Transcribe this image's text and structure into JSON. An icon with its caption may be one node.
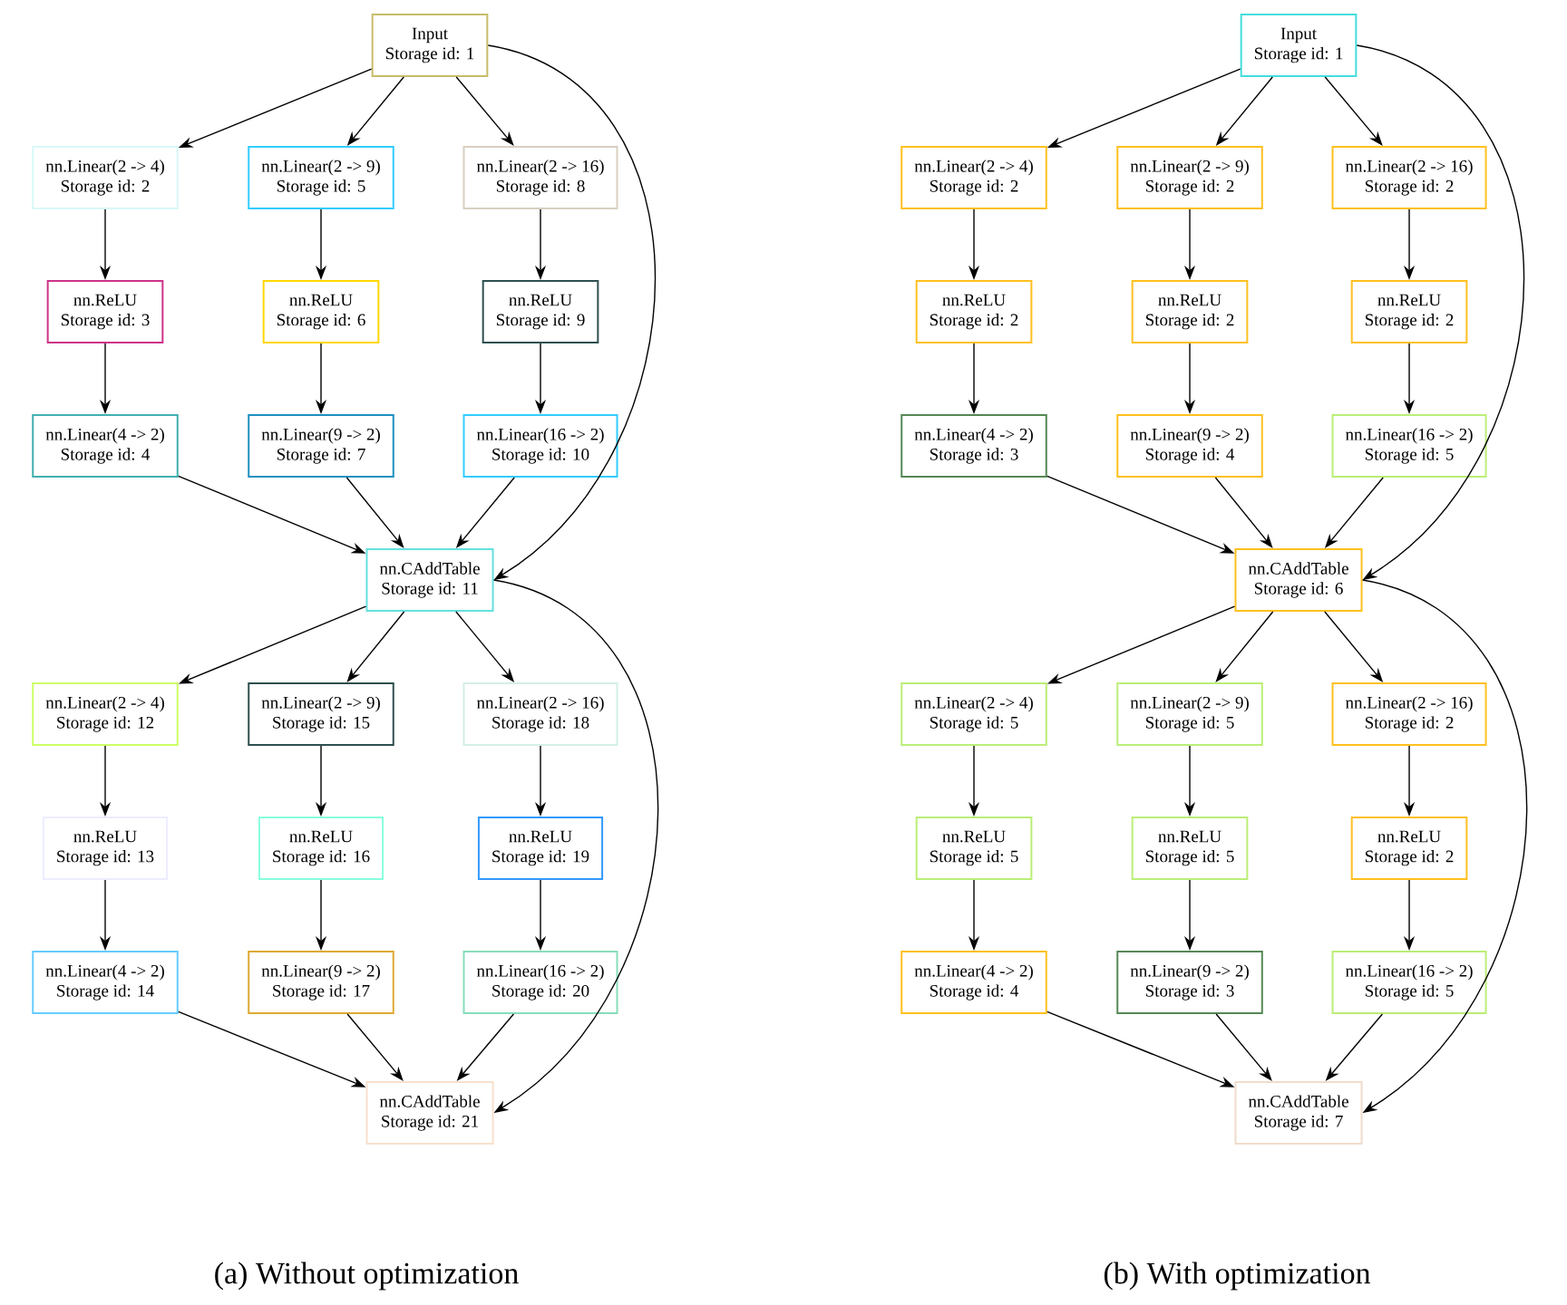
{
  "diagram": {
    "nodes": [
      {
        "text": [
          "Input",
          "Storage id: 1"
        ]
      },
      {
        "text": [
          "nn.Linear(2 -> 4)",
          "Storage id: 2"
        ]
      },
      {
        "text": [
          "nn.ReLU",
          "Storage id: 3"
        ]
      },
      {
        "text": [
          "nn.Linear(4 -> 2)",
          "Storage id: 4"
        ]
      },
      {
        "text": [
          "nn.Linear(2 -> 9)",
          "Storage id: 5"
        ]
      },
      {
        "text": [
          "nn.ReLU",
          "Storage id: 6"
        ]
      },
      {
        "text": [
          "nn.Linear(9 -> 2)",
          "Storage id: 7"
        ]
      },
      {
        "text": [
          "nn.Linear(2 -> 16)",
          "Storage id: 8"
        ]
      },
      {
        "text": [
          "nn.ReLU",
          "Storage id: 9"
        ]
      },
      {
        "text": [
          "nn.Linear(16 -> 2)",
          "Storage id: 10"
        ]
      },
      {
        "text": [
          "nn.CAddTable",
          "Storage id: 11"
        ]
      },
      {
        "text": [
          "nn.Linear(2 -> 4)",
          "Storage id: 12"
        ]
      },
      {
        "text": [
          "nn.ReLU",
          "Storage id: 13"
        ]
      },
      {
        "text": [
          "nn.Linear(4 -> 2)",
          "Storage id: 14"
        ]
      },
      {
        "text": [
          "nn.Linear(2 -> 9)",
          "Storage id: 15"
        ]
      },
      {
        "text": [
          "nn.ReLU",
          "Storage id: 16"
        ]
      },
      {
        "text": [
          "nn.Linear(9 -> 2)",
          "Storage id: 17"
        ]
      },
      {
        "text": [
          "nn.Linear(2 -> 16)",
          "Storage id: 18"
        ]
      },
      {
        "text": [
          "nn.ReLU",
          "Storage id: 19"
        ]
      },
      {
        "text": [
          "nn.Linear(16 -> 2)",
          "Storage id: 20"
        ]
      },
      {
        "text": [
          "nn.CAddTable",
          "Storage id: 21"
        ]
      },
      {
        "text": [
          "Input",
          "Storage id: 1"
        ]
      },
      {
        "text": [
          "nn.Linear(2 -> 4)",
          "Storage id: 2"
        ]
      },
      {
        "text": [
          "nn.ReLU",
          "Storage id: 2"
        ]
      },
      {
        "text": [
          "nn.Linear(4 -> 2)",
          "Storage id: 3"
        ]
      },
      {
        "text": [
          "nn.Linear(2 -> 9)",
          "Storage id: 2"
        ]
      },
      {
        "text": [
          "nn.ReLU",
          "Storage id: 2"
        ]
      },
      {
        "text": [
          "nn.Linear(9 -> 2)",
          "Storage id: 4"
        ]
      },
      {
        "text": [
          "nn.Linear(2 -> 16)",
          "Storage id: 2"
        ]
      },
      {
        "text": [
          "nn.ReLU",
          "Storage id: 2"
        ]
      },
      {
        "text": [
          "nn.Linear(16 -> 2)",
          "Storage id: 5"
        ]
      },
      {
        "text": [
          "nn.CAddTable",
          "Storage id: 6"
        ]
      },
      {
        "text": [
          "nn.Linear(2 -> 4)",
          "Storage id: 5"
        ]
      },
      {
        "text": [
          "nn.ReLU",
          "Storage id: 5"
        ]
      },
      {
        "text": [
          "nn.Linear(4 -> 2)",
          "Storage id: 4"
        ]
      },
      {
        "text": [
          "nn.Linear(2 -> 9)",
          "Storage id: 5"
        ]
      },
      {
        "text": [
          "nn.ReLU",
          "Storage id: 5"
        ]
      },
      {
        "text": [
          "nn.Linear(9 -> 2)",
          "Storage id: 3"
        ]
      },
      {
        "text": [
          "nn.Linear(2 -> 16)",
          "Storage id: 2"
        ]
      },
      {
        "text": [
          "nn.ReLU",
          "Storage id: 2"
        ]
      },
      {
        "text": [
          "nn.Linear(16 -> 2)",
          "Storage id: 5"
        ]
      },
      {
        "text": [
          "nn.CAddTable",
          "Storage id: 7"
        ]
      }
    ],
    "edges": [
      {
        "from": 0,
        "to": 1,
        "arrow": "to"
      },
      {
        "from": 0,
        "to": 4,
        "arrow": "to"
      },
      {
        "from": 0,
        "to": 7,
        "arrow": "to"
      },
      {
        "from": 0,
        "to": 10,
        "arrow": "to"
      },
      {
        "from": 1,
        "to": 2,
        "arrow": "to"
      },
      {
        "from": 2,
        "to": 3,
        "arrow": "to"
      },
      {
        "from": 4,
        "to": 5,
        "arrow": "to"
      },
      {
        "from": 5,
        "to": 6,
        "arrow": "to"
      },
      {
        "from": 7,
        "to": 8,
        "arrow": "to"
      },
      {
        "from": 8,
        "to": 9,
        "arrow": "to"
      },
      {
        "from": 3,
        "to": 10,
        "arrow": "to"
      },
      {
        "from": 6,
        "to": 10,
        "arrow": "to"
      },
      {
        "from": 9,
        "to": 10,
        "arrow": "to"
      },
      {
        "from": 10,
        "to": 11,
        "arrow": "to"
      },
      {
        "from": 10,
        "to": 14,
        "arrow": "to"
      },
      {
        "from": 10,
        "to": 17,
        "arrow": "to"
      },
      {
        "from": 10,
        "to": 20,
        "arrow": "to"
      },
      {
        "from": 11,
        "to": 12,
        "arrow": "to"
      },
      {
        "from": 12,
        "to": 13,
        "arrow": "to"
      },
      {
        "from": 14,
        "to": 15,
        "arrow": "to"
      },
      {
        "from": 15,
        "to": 16,
        "arrow": "to"
      },
      {
        "from": 17,
        "to": 18,
        "arrow": "to"
      },
      {
        "from": 18,
        "to": 19,
        "arrow": "to"
      },
      {
        "from": 13,
        "to": 20,
        "arrow": "to"
      },
      {
        "from": 16,
        "to": 20,
        "arrow": "to"
      },
      {
        "from": 19,
        "to": 20,
        "arrow": "to"
      },
      {
        "from": 21,
        "to": 22,
        "arrow": "to"
      },
      {
        "from": 21,
        "to": 25,
        "arrow": "to"
      },
      {
        "from": 21,
        "to": 28,
        "arrow": "to"
      },
      {
        "from": 21,
        "to": 31,
        "arrow": "to"
      },
      {
        "from": 22,
        "to": 23,
        "arrow": "to"
      },
      {
        "from": 23,
        "to": 24,
        "arrow": "to"
      },
      {
        "from": 25,
        "to": 26,
        "arrow": "to"
      },
      {
        "from": 26,
        "to": 27,
        "arrow": "to"
      },
      {
        "from": 28,
        "to": 29,
        "arrow": "to"
      },
      {
        "from": 29,
        "to": 30,
        "arrow": "to"
      },
      {
        "from": 24,
        "to": 31,
        "arrow": "to"
      },
      {
        "from": 27,
        "to": 31,
        "arrow": "to"
      },
      {
        "from": 30,
        "to": 31,
        "arrow": "to"
      },
      {
        "from": 31,
        "to": 32,
        "arrow": "to"
      },
      {
        "from": 31,
        "to": 35,
        "arrow": "to"
      },
      {
        "from": 31,
        "to": 38,
        "arrow": "to"
      },
      {
        "from": 31,
        "to": 41,
        "arrow": "to"
      },
      {
        "from": 32,
        "to": 33,
        "arrow": "to"
      },
      {
        "from": 33,
        "to": 34,
        "arrow": "to"
      },
      {
        "from": 35,
        "to": 36,
        "arrow": "to"
      },
      {
        "from": 36,
        "to": 37,
        "arrow": "to"
      },
      {
        "from": 38,
        "to": 39,
        "arrow": "to"
      },
      {
        "from": 39,
        "to": 40,
        "arrow": "to"
      },
      {
        "from": 34,
        "to": 41,
        "arrow": "to"
      },
      {
        "from": 37,
        "to": 41,
        "arrow": "to"
      },
      {
        "from": 40,
        "to": 41,
        "arrow": "to"
      }
    ],
    "labels": [
      "(a) Without optimization",
      "(b) With optimization"
    ]
  }
}
